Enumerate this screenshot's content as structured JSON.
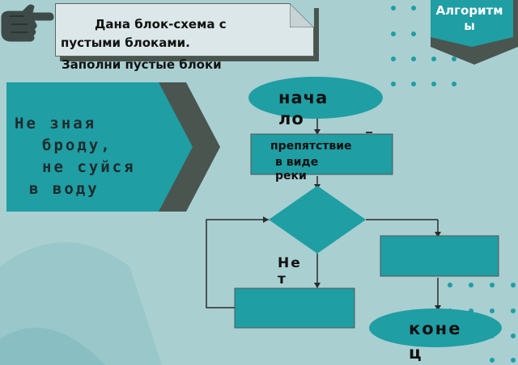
{
  "task": {
    "line1": "Дана блок-схема с",
    "line2": "пустыми  блоками.",
    "line3": "Заполни пустые блоки"
  },
  "badge": {
    "label": "Алгоритмы"
  },
  "proverb": {
    "line1": "Не зная",
    "line2": "бродy,",
    "line3": "не суйся",
    "line4": "в водy"
  },
  "flowchart": {
    "start": "начало",
    "process": "препятствие",
    "process_extra": "в виде реки",
    "no_label": "Нет",
    "end": "конец"
  },
  "colors": {
    "background": "#a9cfd1",
    "teal": "#1f9ea4",
    "dark": "#4a5550",
    "note": "#dbe7e8",
    "badge": "#1f9ea4"
  },
  "icons": [
    "pointing-hand-icon"
  ]
}
